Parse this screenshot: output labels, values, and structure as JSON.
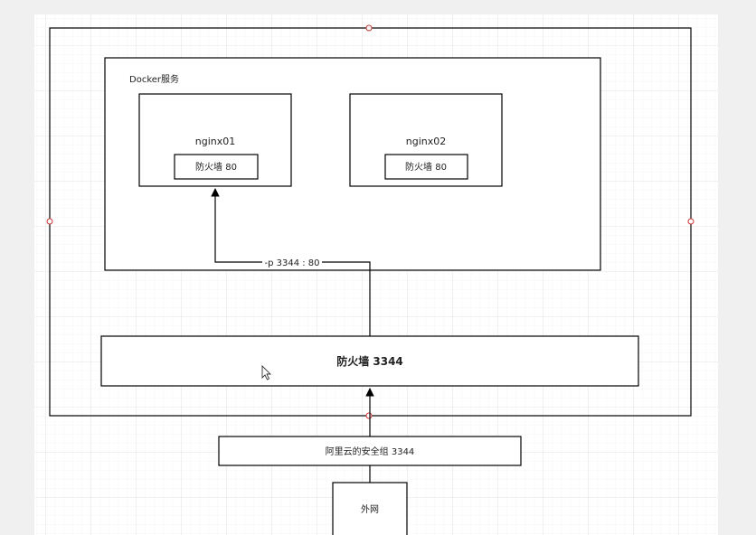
{
  "diagram": {
    "docker_service_label": "Docker服务",
    "nginx01_label": "nginx01",
    "nginx01_firewall_label": "防火墙  80",
    "nginx02_label": "nginx02",
    "nginx02_firewall_label": "防火墙  80",
    "port_mapping_label": "-p 3344 : 80",
    "host_firewall_label": "防火墙   3344",
    "aliyun_security_group_label": "阿里云的安全组   3344",
    "internet_label": "外网"
  },
  "colors": {
    "stroke": "#000000",
    "handle": "#cc3333",
    "grid": "#e6e6e6"
  }
}
